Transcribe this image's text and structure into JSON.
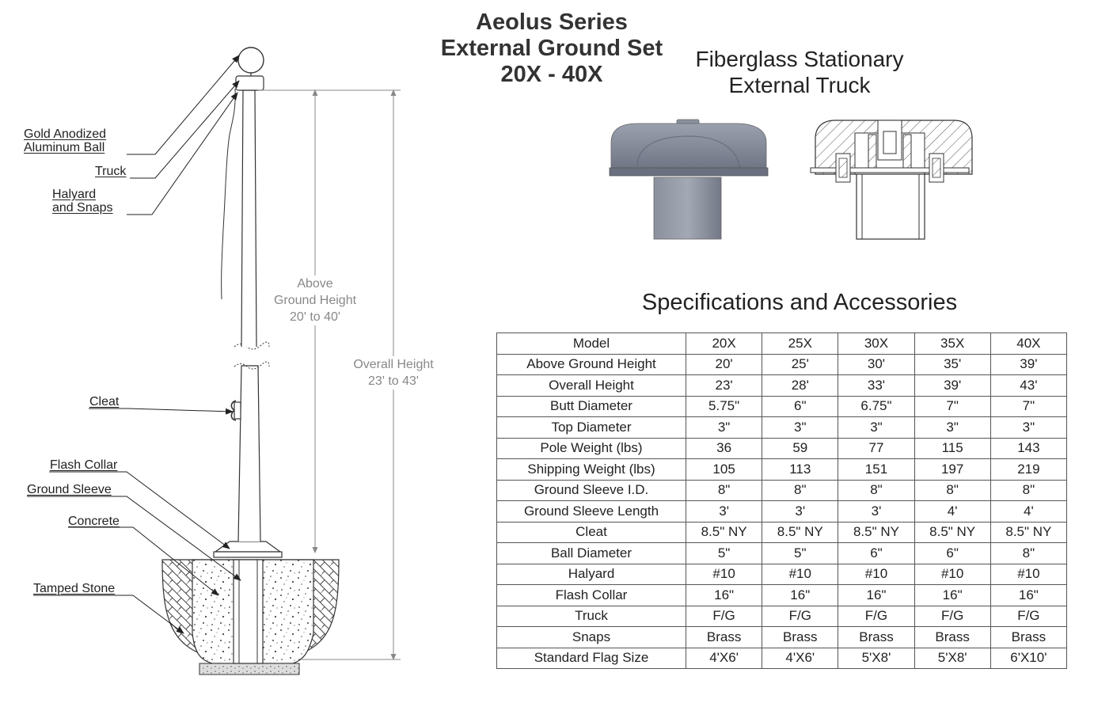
{
  "title": {
    "line1": "Aeolus Series",
    "line2": "External Ground Set",
    "line3": "20X - 40X"
  },
  "truck": {
    "title_line1": "Fiberglass Stationary",
    "title_line2": "External Truck"
  },
  "diagram": {
    "labels": {
      "ball_line1": "Gold Anodized",
      "ball_line2": "Aluminum Ball",
      "truck": "Truck",
      "halyard_line1": "Halyard",
      "halyard_line2": "and Snaps",
      "cleat": "Cleat",
      "flash_collar": "Flash Collar",
      "ground_sleeve": "Ground Sleeve",
      "concrete": "Concrete",
      "tamped_stone": "Tamped Stone"
    },
    "dimensions": {
      "above_line1": "Above",
      "above_line2": "Ground Height",
      "above_line3": "20' to 40'",
      "overall_line1": "Overall Height",
      "overall_line2": "23' to 43'"
    }
  },
  "specs": {
    "title": "Specifications and Accessories",
    "header": [
      "Model",
      "20X",
      "25X",
      "30X",
      "35X",
      "40X"
    ],
    "rows": [
      [
        "Above Ground Height",
        "20'",
        "25'",
        "30'",
        "35'",
        "39'"
      ],
      [
        "Overall Height",
        "23'",
        "28'",
        "33'",
        "39'",
        "43'"
      ],
      [
        "Butt Diameter",
        "5.75\"",
        "6\"",
        "6.75\"",
        "7\"",
        "7\""
      ],
      [
        "Top Diameter",
        "3\"",
        "3\"",
        "3\"",
        "3\"",
        "3\""
      ],
      [
        "Pole Weight (lbs)",
        "36",
        "59",
        "77",
        "115",
        "143"
      ],
      [
        "Shipping Weight (lbs)",
        "105",
        "113",
        "151",
        "197",
        "219"
      ],
      [
        "Ground Sleeve I.D.",
        "8\"",
        "8\"",
        "8\"",
        "8\"",
        "8\""
      ],
      [
        "Ground Sleeve Length",
        "3'",
        "3'",
        "3'",
        "4'",
        "4'"
      ],
      [
        "Cleat",
        "8.5\" NY",
        "8.5\" NY",
        "8.5\" NY",
        "8.5\" NY",
        "8.5\" NY"
      ],
      [
        "Ball Diameter",
        "5\"",
        "5\"",
        "6\"",
        "6\"",
        "8\""
      ],
      [
        "Halyard",
        "#10",
        "#10",
        "#10",
        "#10",
        "#10"
      ],
      [
        "Flash Collar",
        "16\"",
        "16\"",
        "16\"",
        "16\"",
        "16\""
      ],
      [
        "Truck",
        "F/G",
        "F/G",
        "F/G",
        "F/G",
        "F/G"
      ],
      [
        "Snaps",
        "Brass",
        "Brass",
        "Brass",
        "Brass",
        "Brass"
      ],
      [
        "Standard Flag Size",
        "4'X6'",
        "4'X6'",
        "5'X8'",
        "5'X8'",
        "6'X10'"
      ]
    ]
  }
}
